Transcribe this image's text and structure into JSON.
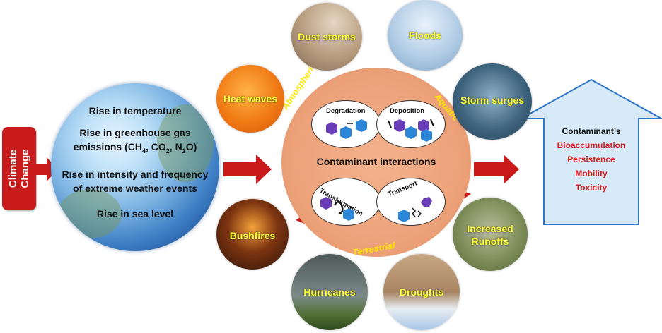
{
  "climate_change": {
    "line1": "Climate",
    "line2": "Change"
  },
  "globe": {
    "items": [
      "Rise in temperature",
      "Rise in greenhouse gas",
      "Rise in intensity and frequency",
      "of extreme weather events",
      "Rise in sea level"
    ],
    "emissions": {
      "prefix": "emissions (CH",
      "s1": "4",
      "mid1": ", CO",
      "s2": "2",
      "mid2": ", N",
      "s3": "2",
      "suffix": "O)"
    }
  },
  "center": {
    "title": "Contaminant interactions",
    "panels": [
      "Degradation",
      "Deposition",
      "Transformation",
      "Transport"
    ],
    "ring_labels": {
      "top_left": "Atmospheric",
      "top_right": "Aquatic",
      "bottom": "Terrestrial"
    }
  },
  "events": [
    "Dust storms",
    "Floods",
    "Heat waves",
    "Storm surges",
    "Bushfires",
    "Increased",
    "Runoffs",
    "Hurricanes",
    "Droughts"
  ],
  "result": {
    "heading": "Contaminant’s",
    "items": [
      "Bioaccumulation",
      "Persistence",
      "Mobility",
      "Toxicity"
    ]
  },
  "colors": {
    "red": "#c91b1b",
    "event_text": "#ffff33",
    "center": "#eda27a",
    "arrow_box": "#d6eaf8"
  }
}
